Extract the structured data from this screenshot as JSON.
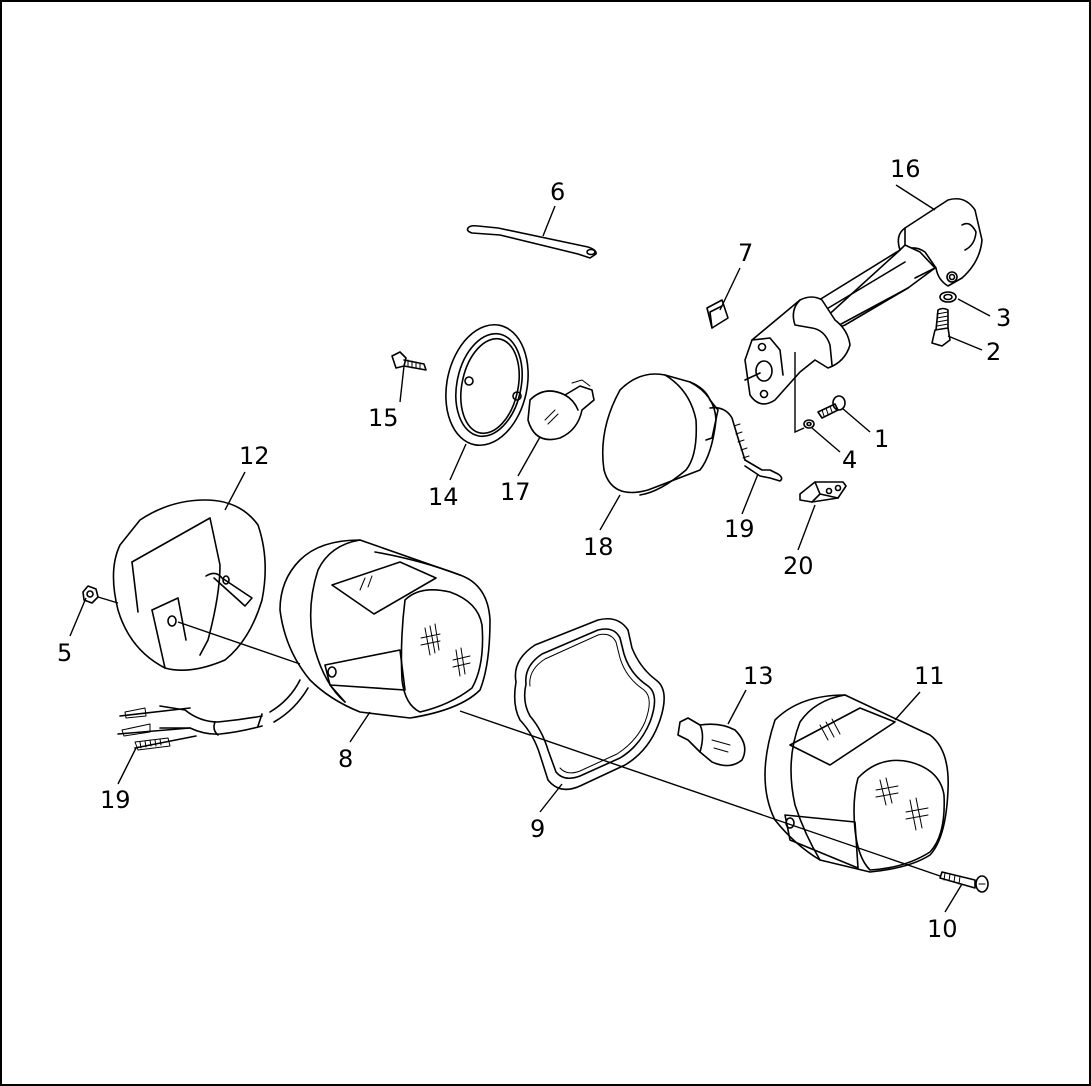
{
  "diagram": {
    "line_color": "#000000",
    "background": "#ffffff",
    "callouts": [
      {
        "id": "1",
        "label": "1"
      },
      {
        "id": "2",
        "label": "2"
      },
      {
        "id": "3",
        "label": "3"
      },
      {
        "id": "4",
        "label": "4"
      },
      {
        "id": "5",
        "label": "5"
      },
      {
        "id": "6",
        "label": "6"
      },
      {
        "id": "7",
        "label": "7"
      },
      {
        "id": "8",
        "label": "8"
      },
      {
        "id": "9",
        "label": "9"
      },
      {
        "id": "10",
        "label": "10"
      },
      {
        "id": "11",
        "label": "11"
      },
      {
        "id": "12",
        "label": "12"
      },
      {
        "id": "13",
        "label": "13"
      },
      {
        "id": "14",
        "label": "14"
      },
      {
        "id": "15",
        "label": "15"
      },
      {
        "id": "16",
        "label": "16"
      },
      {
        "id": "17",
        "label": "17"
      },
      {
        "id": "18",
        "label": "18"
      },
      {
        "id": "19a",
        "label": "19"
      },
      {
        "id": "19b",
        "label": "19"
      },
      {
        "id": "20",
        "label": "20"
      }
    ]
  }
}
